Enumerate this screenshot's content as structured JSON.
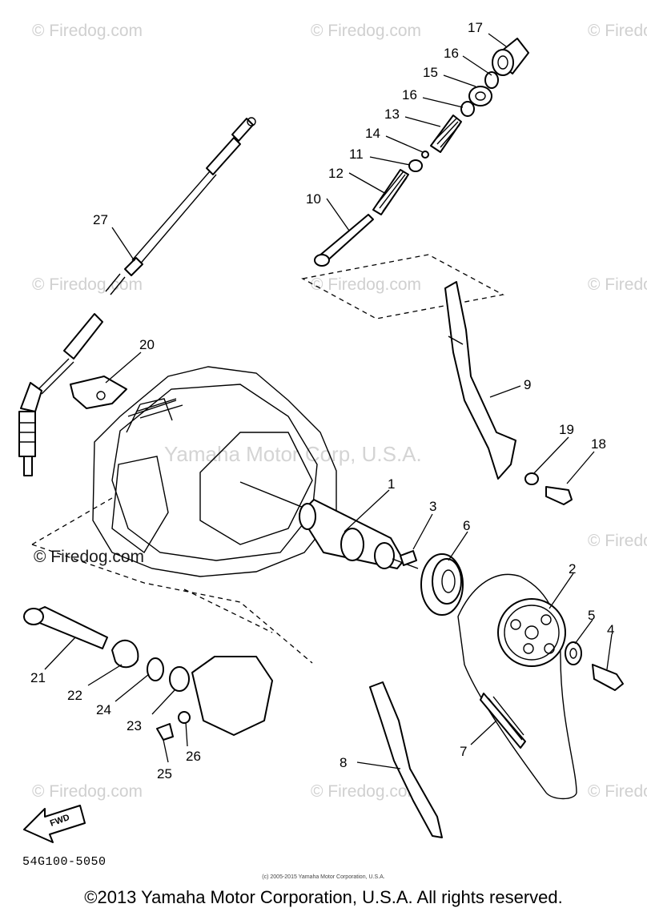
{
  "watermarks": {
    "site": "© Firedog.com",
    "main": "Yamaha Motor Corp, U.S.A."
  },
  "callouts": [
    {
      "id": "17",
      "text": "17"
    },
    {
      "id": "16a",
      "text": "16"
    },
    {
      "id": "15",
      "text": "15"
    },
    {
      "id": "16b",
      "text": "16"
    },
    {
      "id": "13",
      "text": "13"
    },
    {
      "id": "14",
      "text": "14"
    },
    {
      "id": "11",
      "text": "11"
    },
    {
      "id": "12",
      "text": "12"
    },
    {
      "id": "10",
      "text": "10"
    },
    {
      "id": "27",
      "text": "27"
    },
    {
      "id": "20",
      "text": "20"
    },
    {
      "id": "9",
      "text": "9"
    },
    {
      "id": "19",
      "text": "19"
    },
    {
      "id": "18",
      "text": "18"
    },
    {
      "id": "1",
      "text": "1"
    },
    {
      "id": "3",
      "text": "3"
    },
    {
      "id": "6",
      "text": "6"
    },
    {
      "id": "2",
      "text": "2"
    },
    {
      "id": "5",
      "text": "5"
    },
    {
      "id": "4",
      "text": "4"
    },
    {
      "id": "21",
      "text": "21"
    },
    {
      "id": "22",
      "text": "22"
    },
    {
      "id": "24",
      "text": "24"
    },
    {
      "id": "23",
      "text": "23"
    },
    {
      "id": "26",
      "text": "26"
    },
    {
      "id": "25",
      "text": "25"
    },
    {
      "id": "8",
      "text": "8"
    },
    {
      "id": "7",
      "text": "7"
    }
  ],
  "fwd_label": "FWD",
  "diagram_code": "54G100-5050",
  "small_copyright": "(c) 2005-2015 Yamaha Motor Corporation, U.S.A.",
  "copyright": "©2013 Yamaha Motor Corporation, U.S.A. All rights reserved."
}
